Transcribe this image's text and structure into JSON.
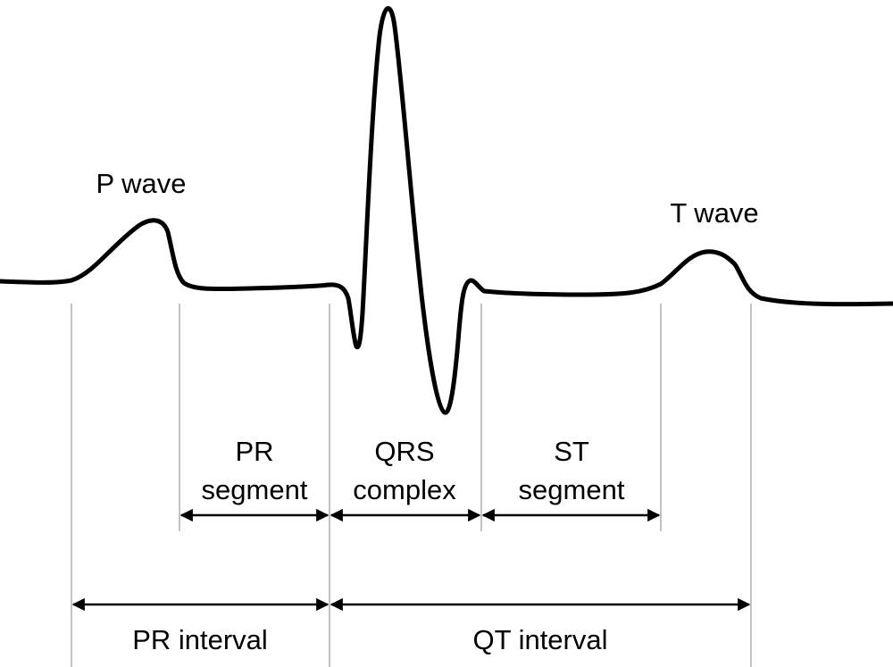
{
  "waves": {
    "p": "P wave",
    "t": "T wave"
  },
  "segments": {
    "pr": [
      "PR",
      "segment"
    ],
    "qrs": [
      "QRS",
      "complex"
    ],
    "st": [
      "ST",
      "segment"
    ]
  },
  "intervals": {
    "pr": "PR interval",
    "qt": "QT interval"
  },
  "colors": {
    "trace": "#000000",
    "guide": "#b3b3b3",
    "arrow": "#000000"
  }
}
